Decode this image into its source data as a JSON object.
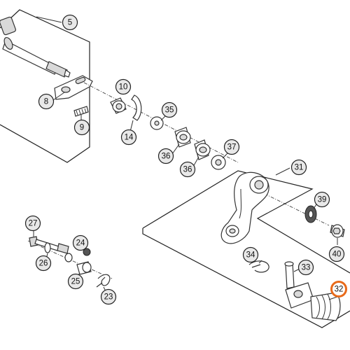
{
  "diagram": {
    "callouts": [
      {
        "id": "c5",
        "label": "5"
      },
      {
        "id": "c8",
        "label": "8"
      },
      {
        "id": "c9",
        "label": "9"
      },
      {
        "id": "c10",
        "label": "10"
      },
      {
        "id": "c14",
        "label": "14"
      },
      {
        "id": "c35",
        "label": "35"
      },
      {
        "id": "c36a",
        "label": "36"
      },
      {
        "id": "c36b",
        "label": "36"
      },
      {
        "id": "c37",
        "label": "37"
      },
      {
        "id": "c31",
        "label": "31"
      },
      {
        "id": "c39",
        "label": "39"
      },
      {
        "id": "c40",
        "label": "40"
      },
      {
        "id": "c34",
        "label": "34"
      },
      {
        "id": "c33",
        "label": "33"
      },
      {
        "id": "c32",
        "label": "32"
      },
      {
        "id": "c27",
        "label": "27"
      },
      {
        "id": "c26",
        "label": "26"
      },
      {
        "id": "c24",
        "label": "24"
      },
      {
        "id": "c25",
        "label": "25"
      },
      {
        "id": "c23",
        "label": "23"
      }
    ],
    "highlight_color": "#e86a1a",
    "callout_fill": "#e8e8e8"
  }
}
